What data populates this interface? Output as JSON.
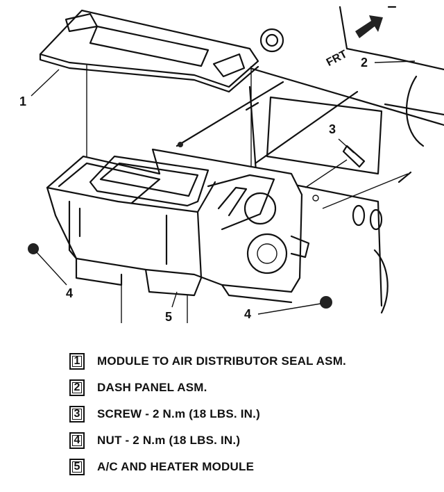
{
  "diagram": {
    "direction_label": "FRT",
    "callouts": [
      "1",
      "2",
      "3",
      "4",
      "4",
      "5"
    ]
  },
  "legend": [
    {
      "number": "1",
      "text": "MODULE TO AIR DISTRIBUTOR SEAL ASM."
    },
    {
      "number": "2",
      "text": "DASH PANEL ASM."
    },
    {
      "number": "3",
      "text": "SCREW - 2 N.m (18 LBS. IN.)"
    },
    {
      "number": "4",
      "text": "NUT - 2 N.m (18 LBS. IN.)"
    },
    {
      "number": "5",
      "text": "A/C AND HEATER MODULE"
    }
  ]
}
